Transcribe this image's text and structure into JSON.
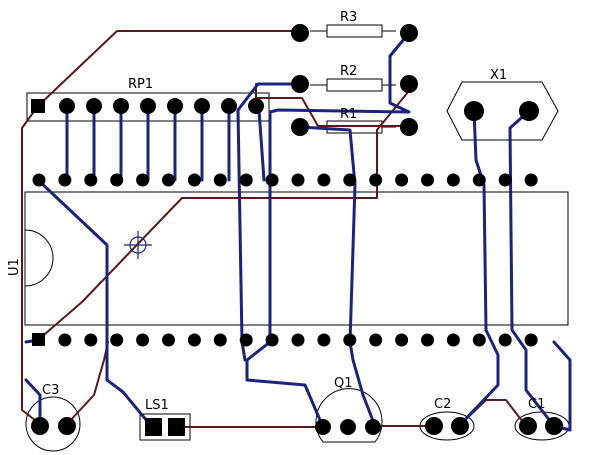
{
  "labels": {
    "r3": "R3",
    "r2": "R2",
    "r1": "R1",
    "rp1": "RP1",
    "x1": "X1",
    "u1": "U1",
    "c3": "C3",
    "ls1": "LS1",
    "q1": "Q1",
    "c2": "C2",
    "c1": "C1"
  },
  "colors": {
    "bottom_trace": "#1a237e",
    "top_trace": "#5a1a1a",
    "pad": "#000000",
    "outline": "#000000",
    "background": "#ffffff"
  }
}
